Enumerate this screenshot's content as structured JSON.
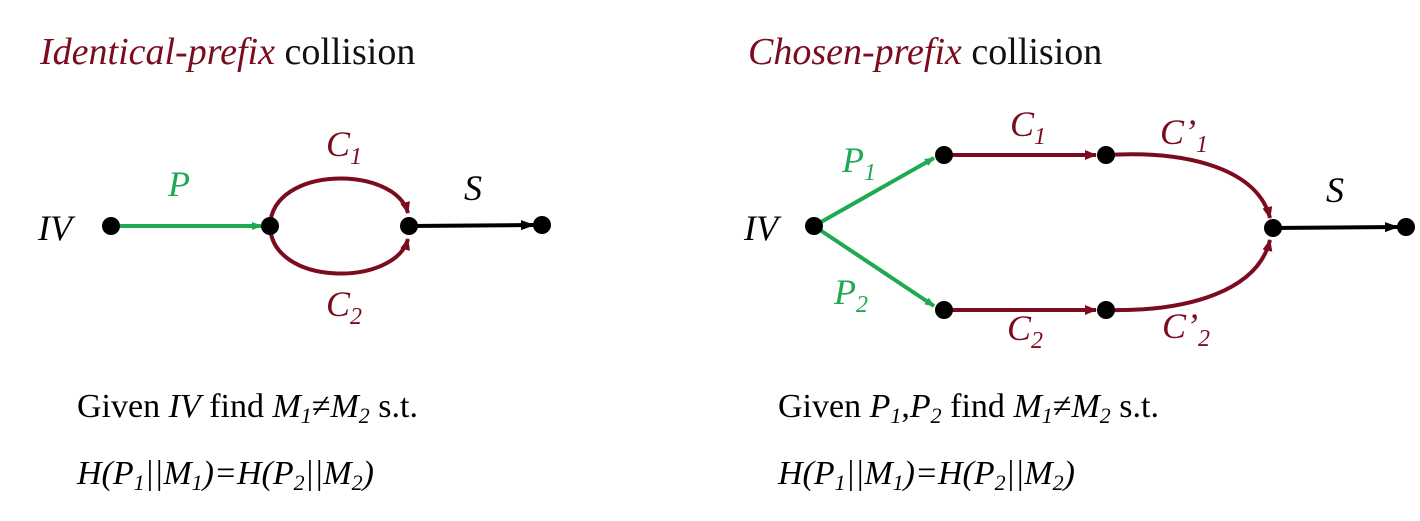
{
  "left_panel": {
    "title_italic": "Identical-prefix",
    "title_rest": " collision",
    "labels": {
      "iv": "IV",
      "p": "P",
      "c1_main": "C",
      "c1_sub": "1",
      "c2_main": "C",
      "c2_sub": "2",
      "s": "S"
    },
    "given": {
      "word": "Given ",
      "iv": "IV",
      "find": " find ",
      "m": "M",
      "sub1": "1",
      "neq": "≠",
      "sub2": "2",
      "st": " s.t."
    },
    "formula": {
      "h1": "H(P",
      "s1": "1",
      "mid1": "||M",
      "s2": "1",
      "eq": ")=H(P",
      "s3": "2",
      "mid2": "||M",
      "s4": "2",
      "end": ")"
    }
  },
  "right_panel": {
    "title_italic": "Chosen-prefix",
    "title_rest": " collision",
    "labels": {
      "iv": "IV",
      "p1_main": "P",
      "p1_sub": "1",
      "p2_main": "P",
      "p2_sub": "2",
      "c1_main": "C",
      "c1_sub": "1",
      "c2_main": "C",
      "c2_sub": "2",
      "cp1_main": "C’",
      "cp1_sub": "1",
      "cp2_main": "C’",
      "cp2_sub": "2",
      "s": "S"
    },
    "given": {
      "word": "Given ",
      "p": "P",
      "sub1": "1",
      "comma": ",",
      "p2": "P",
      "sub2": "2",
      "find": " find ",
      "m": "M",
      "msub1": "1",
      "neq": "≠",
      "msub2": "2",
      "st": " s.t."
    },
    "formula": {
      "h1": "H(P",
      "s1": "1",
      "mid1": "||M",
      "s2": "1",
      "eq": ")=H(P",
      "s3": "2",
      "mid2": "||M",
      "s4": "2",
      "end": ")"
    }
  },
  "colors": {
    "prefix_green": "#1eaa52",
    "collision_red": "#7a0c1e",
    "suffix_black": "#000000"
  }
}
